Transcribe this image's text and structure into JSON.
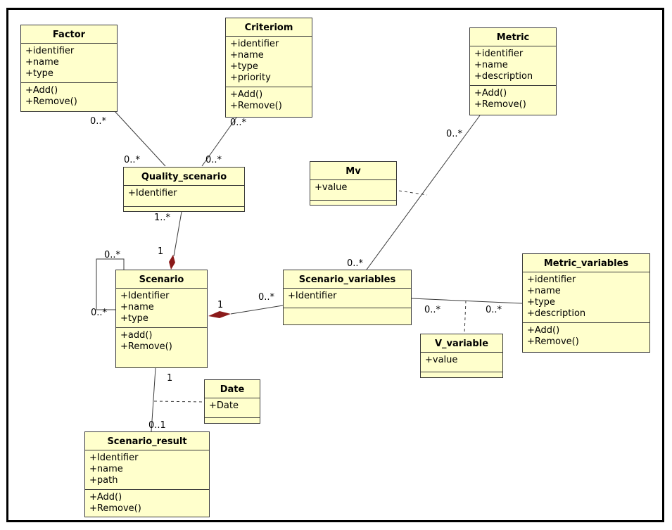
{
  "colors": {
    "class_fill": "#ffffcc",
    "line": "#3a3a3a",
    "composition": "#8b1a1a"
  },
  "classes": {
    "factor": {
      "name": "Factor",
      "attributes": [
        "+identifier",
        "+name",
        "+type"
      ],
      "operations": [
        "+Add()",
        "+Remove()"
      ]
    },
    "criteriom": {
      "name": "Criteriom",
      "attributes": [
        "+identifier",
        "+name",
        "+type",
        "+priority"
      ],
      "operations": [
        "+Add()",
        "+Remove()"
      ]
    },
    "metric": {
      "name": "Metric",
      "attributes": [
        "+identifier",
        "+name",
        "+description"
      ],
      "operations": [
        "+Add()",
        "+Remove()"
      ]
    },
    "quality_scenario": {
      "name": "Quality_scenario",
      "attributes": [
        "+Identifier"
      ]
    },
    "mv": {
      "name": "Mv",
      "attributes": [
        "+value"
      ]
    },
    "scenario": {
      "name": "Scenario",
      "attributes": [
        "+Identifier",
        "+name",
        "+type"
      ],
      "operations": [
        "+add()",
        "+Remove()"
      ]
    },
    "scenario_variables": {
      "name": "Scenario_variables",
      "attributes": [
        "+Identifier"
      ]
    },
    "metric_variables": {
      "name": "Metric_variables",
      "attributes": [
        "+identifier",
        "+name",
        "+type",
        "+description"
      ],
      "operations": [
        "+Add()",
        "+Remove()"
      ]
    },
    "v_variable": {
      "name": "V_variable",
      "attributes": [
        "+value"
      ]
    },
    "date": {
      "name": "Date",
      "attributes": [
        "+Date"
      ]
    },
    "scenario_result": {
      "name": "Scenario_result",
      "attributes": [
        "+Identifier",
        "+name",
        "+path"
      ],
      "operations": [
        "+Add()",
        "+Remove()"
      ]
    }
  },
  "multiplicities": {
    "factor_end": "0..*",
    "factor_qs_end": "0..*",
    "criteriom_end": "0..*",
    "criteriom_qs_end": "0..*",
    "metric_end": "0..*",
    "metric_sv_end": "0..*",
    "qs_scenario_end": "1..*",
    "scenario_qs_end": "1",
    "self_top": "0..*",
    "self_left": "0..*",
    "sv_scenario_end": "0..*",
    "scenario_sv_end": "1",
    "sv_mv_end": "0..*",
    "mv_end": "0..*",
    "scenario_result_top": "1",
    "scenario_result_end": "0..1"
  }
}
